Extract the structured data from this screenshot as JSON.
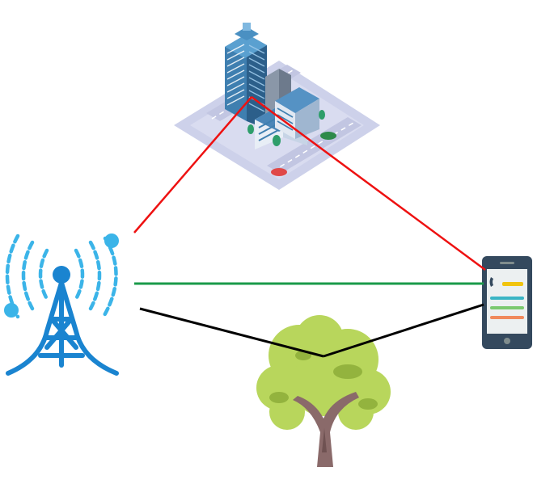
{
  "diagram": {
    "nodes": [
      {
        "id": "tower",
        "icon": "cell-tower-icon"
      },
      {
        "id": "building",
        "icon": "city-building-icon"
      },
      {
        "id": "phone",
        "icon": "smartphone-icon"
      },
      {
        "id": "tree",
        "icon": "tree-icon"
      }
    ],
    "paths": [
      {
        "id": "reflected",
        "via": "building",
        "color": "#ee1111"
      },
      {
        "id": "direct",
        "via": null,
        "color": "#1a9a4a"
      },
      {
        "id": "scattered",
        "via": "tree",
        "color": "#000000"
      }
    ]
  },
  "colors": {
    "tower": "#1a84d0",
    "tower_waves": "#3bb4e8",
    "tree_foliage": "#b8d65c",
    "tree_trunk": "#8a6a6a",
    "phone_body": "#34495e",
    "plaza": "#c9cde8"
  }
}
